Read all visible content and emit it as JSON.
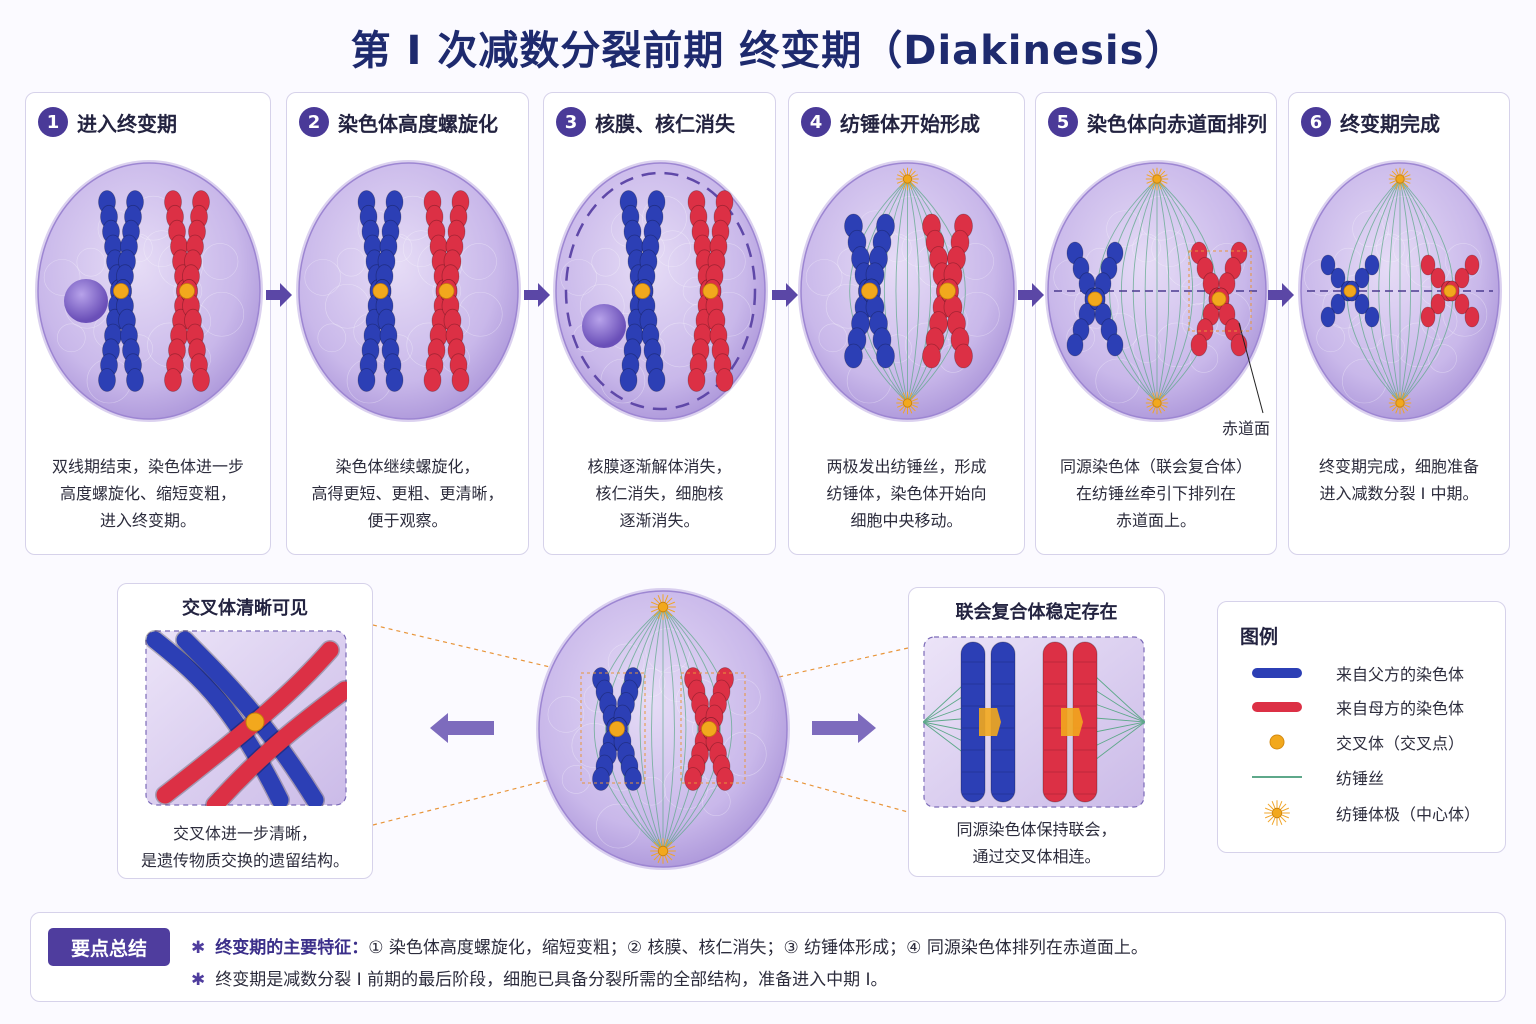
{
  "title": "第 I 次减数分裂前期 终变期（Diakinesis）",
  "steps": [
    {
      "num": "1",
      "title": "进入终变期",
      "desc": [
        "双线期结束，染色体进一步",
        "高度螺旋化、缩短变粗，",
        "进入终变期。"
      ]
    },
    {
      "num": "2",
      "title": "染色体高度螺旋化",
      "desc": [
        "染色体继续螺旋化，",
        "高得更短、更粗、更清晰，",
        "便于观察。"
      ]
    },
    {
      "num": "3",
      "title": "核膜、核仁消失",
      "desc": [
        "核膜逐渐解体消失，",
        "核仁消失，细胞核",
        "逐渐消失。"
      ]
    },
    {
      "num": "4",
      "title": "纺锤体开始形成",
      "desc": [
        "两极发出纺锤丝，形成",
        "纺锤体，染色体开始向",
        "细胞中央移动。"
      ]
    },
    {
      "num": "5",
      "title": "染色体向赤道面排列",
      "desc": [
        "同源染色体（联会复合体）",
        "在纺锤丝牵引下排列在",
        "赤道面上。"
      ]
    },
    {
      "num": "6",
      "title": "终变期完成",
      "desc": [
        "终变期完成，细胞准备",
        "进入减数分裂 I 中期。"
      ]
    }
  ],
  "equator_label": "赤道面",
  "zoom_left": {
    "title": "交叉体清晰可见",
    "desc": [
      "交叉体进一步清晰，",
      "是遗传物质交换的遗留结构。"
    ]
  },
  "zoom_right": {
    "title": "联会复合体稳定存在",
    "desc": [
      "同源染色体保持联会，",
      "通过交叉体相连。"
    ]
  },
  "legend": {
    "title": "图例",
    "items": [
      {
        "label": "来自父方的染色体",
        "symbol": "blue-bar"
      },
      {
        "label": "来自母方的染色体",
        "symbol": "red-bar"
      },
      {
        "label": "交叉体（交叉点）",
        "symbol": "orange-dot"
      },
      {
        "label": "纺锤丝",
        "symbol": "green-line"
      },
      {
        "label": "纺锤体极（中心体）",
        "symbol": "sun-icon"
      }
    ]
  },
  "summary": {
    "badge": "要点总结",
    "line1_strong": "终变期的主要特征：",
    "line1_rest": "① 染色体高度螺旋化，缩短变粗；② 核膜、核仁消失；③ 纺锤体形成；④ 同源染色体排列在赤道面上。",
    "line2": "终变期是减数分裂 I 前期的最后阶段，细胞已具备分裂所需的全部结构，准备进入中期 I。"
  },
  "colors": {
    "paternal": "#2c3fb5",
    "maternal": "#dc3045",
    "chiasma": "#f2a81d",
    "spindle": "#5ea88a",
    "cell": "#c4b3e6",
    "accent": "#4a3a98"
  }
}
